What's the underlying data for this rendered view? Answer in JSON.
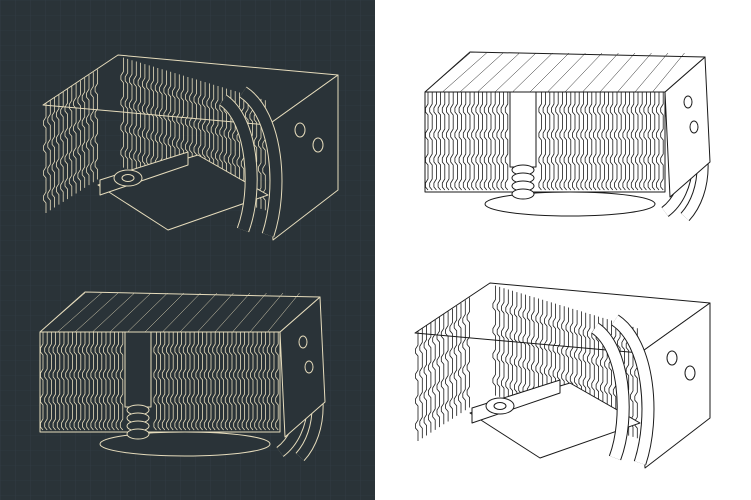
{
  "panels": [
    {
      "name": "blueprint-panel",
      "background": "#2a3338",
      "grid": "#34404a",
      "stroke": "#e6dcbc"
    },
    {
      "name": "line-art-panel",
      "background": "#ffffff",
      "stroke": "#1a1a1a"
    }
  ],
  "drawings": [
    {
      "name": "cooler-bottom-view-blueprint",
      "panel": 0,
      "variant": "bottom"
    },
    {
      "name": "cooler-front-view-blueprint",
      "panel": 0,
      "variant": "front"
    },
    {
      "name": "cooler-front-view-lineart",
      "panel": 1,
      "variant": "front"
    },
    {
      "name": "cooler-bottom-view-lineart",
      "panel": 1,
      "variant": "bottom"
    }
  ]
}
